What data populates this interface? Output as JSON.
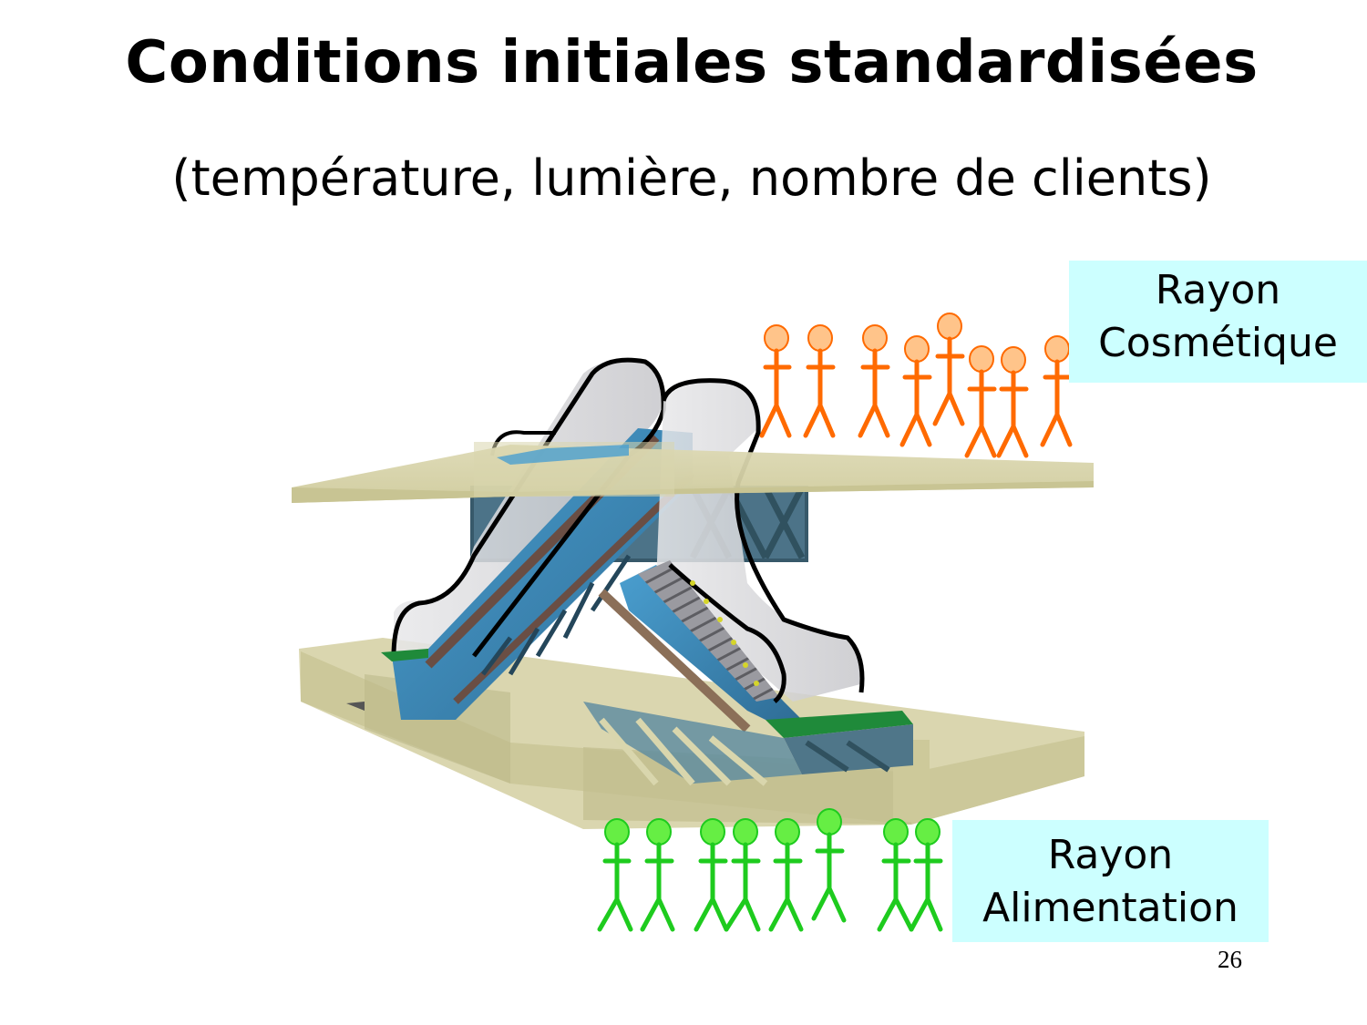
{
  "slide": {
    "title": "Conditions initiales standardisées",
    "subtitle": "(température, lumière, nombre de clients)",
    "page_number": "26"
  },
  "labels": {
    "upper": {
      "line1": "Rayon",
      "line2": "Cosmétique",
      "bg_color": "#ccffff"
    },
    "lower": {
      "line1": "Rayon",
      "line2": "Alimentation",
      "bg_color": "#ccffff"
    }
  },
  "illustration": {
    "subject": "escalator-between-two-floors",
    "floor_color": "#d9d6ad",
    "escalator_color": "#3f7fa6",
    "handrail_color": "#000000",
    "landing_color": "#1f8a3a"
  },
  "customers": {
    "upper_group": {
      "count": 8,
      "color": "#ff6a00",
      "head_fill": "#ffc48a"
    },
    "lower_group": {
      "count": 8,
      "color": "#1ecb1e",
      "head_fill": "#66ee44"
    }
  }
}
